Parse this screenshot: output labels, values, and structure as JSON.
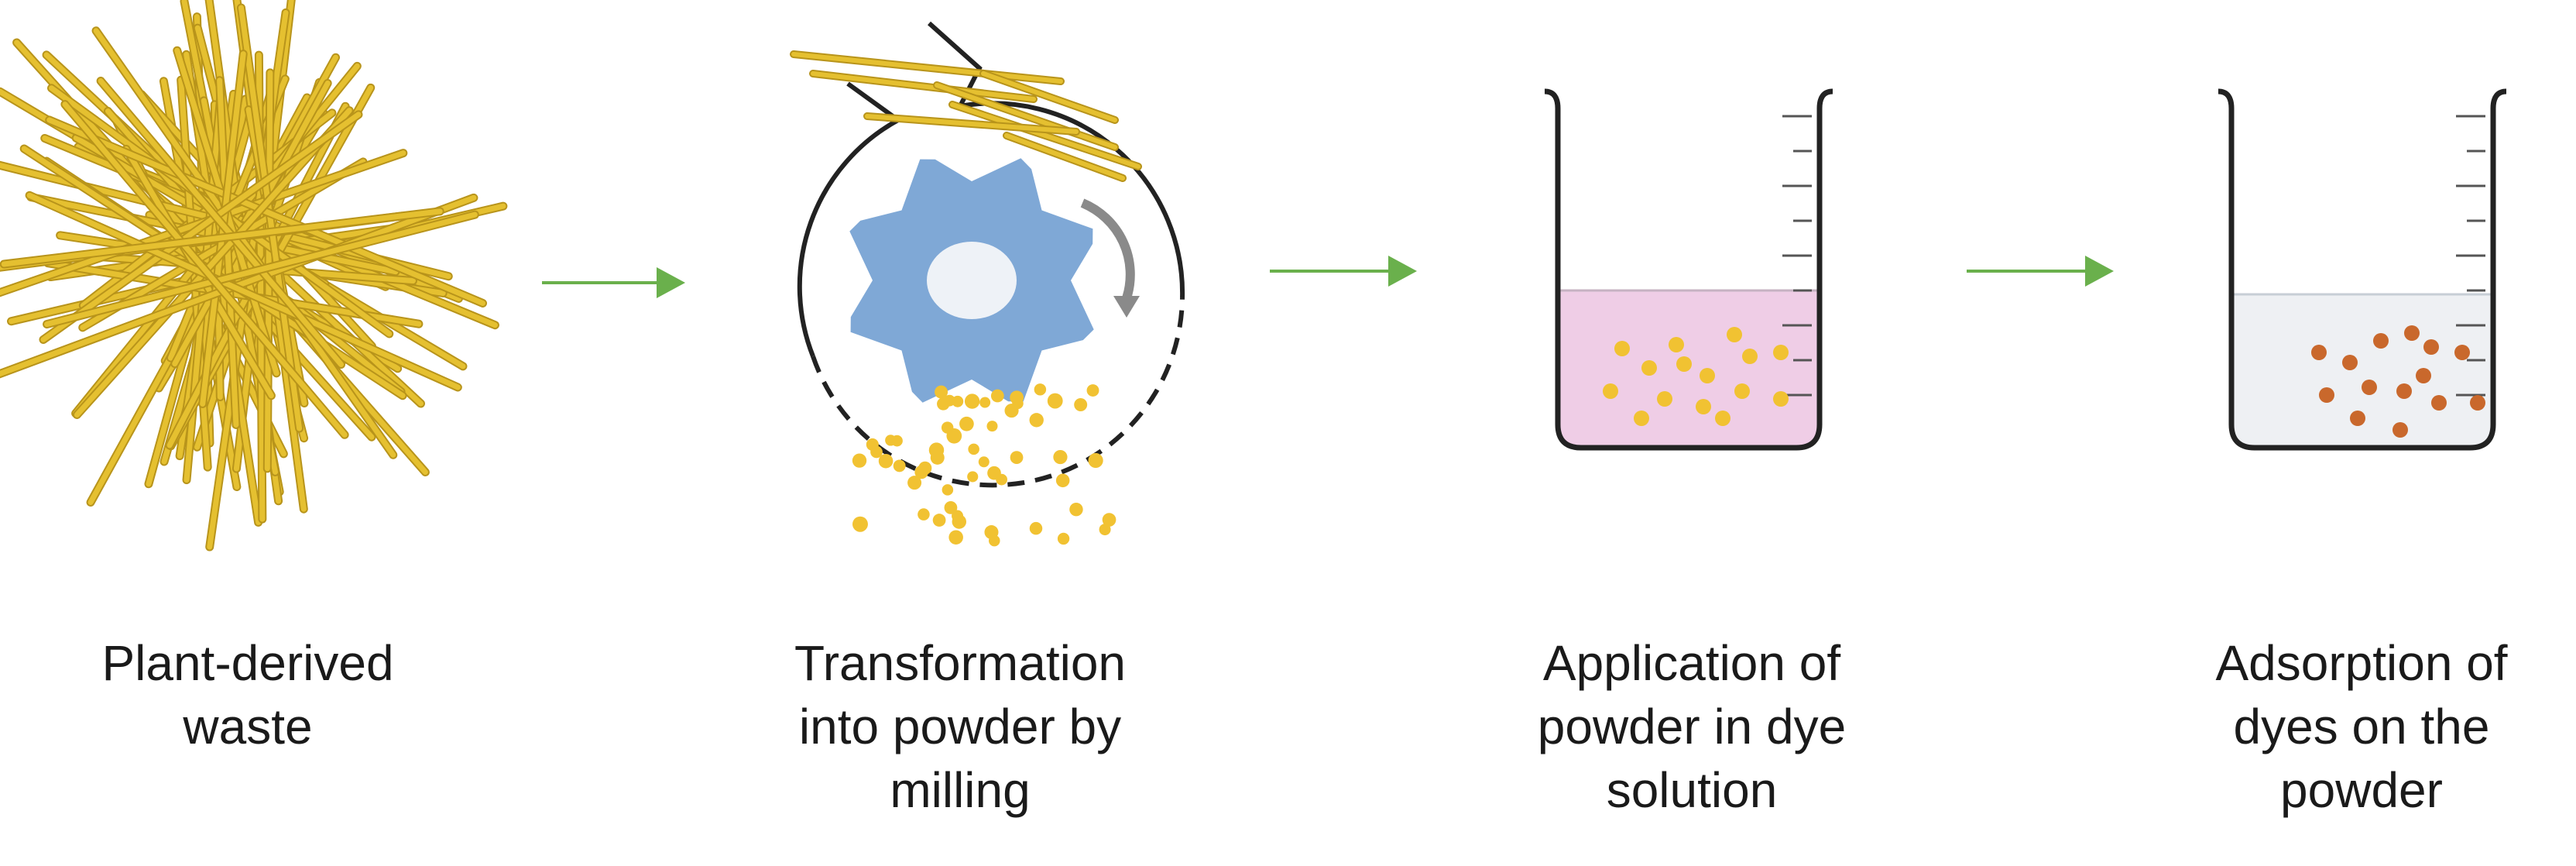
{
  "steps": [
    {
      "lines": [
        "Plant-derived",
        "waste"
      ]
    },
    {
      "lines": [
        "Transformation",
        "into powder by",
        "milling"
      ]
    },
    {
      "lines": [
        "Application of",
        "powder in dye",
        "solution"
      ]
    },
    {
      "lines": [
        "Adsorption of",
        "dyes on the",
        "powder"
      ]
    }
  ],
  "colors": {
    "fiber": "#e5c030",
    "fiber_dark": "#b8941b",
    "arrow": "#6ab04c",
    "blade": "#7fa8d6",
    "dye_solution": "#efcde6",
    "clear_solution": "#eef0f3",
    "adsorbed_particle": "#c9682c",
    "particle": "#f1c232",
    "outline": "#222222"
  }
}
